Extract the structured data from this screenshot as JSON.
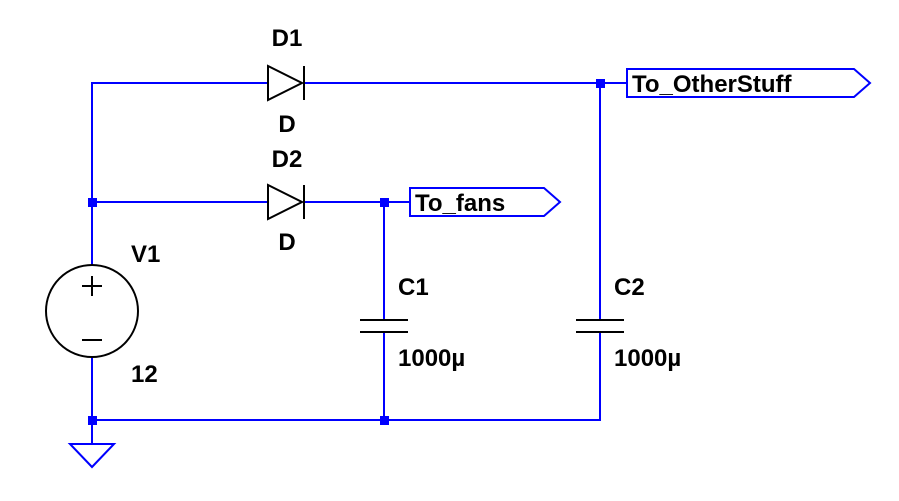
{
  "components": {
    "d1": {
      "name": "D1",
      "value": "D"
    },
    "d2": {
      "name": "D2",
      "value": "D"
    },
    "v1": {
      "name": "V1",
      "value": "12"
    },
    "c1": {
      "name": "C1",
      "value": "1000µ"
    },
    "c2": {
      "name": "C2",
      "value": "1000µ"
    }
  },
  "net_labels": {
    "other": "To_OtherStuff",
    "fans": "To_fans"
  },
  "colors": {
    "wire": "#0000ff",
    "symbol": "#000000",
    "background": "#ffffff"
  }
}
